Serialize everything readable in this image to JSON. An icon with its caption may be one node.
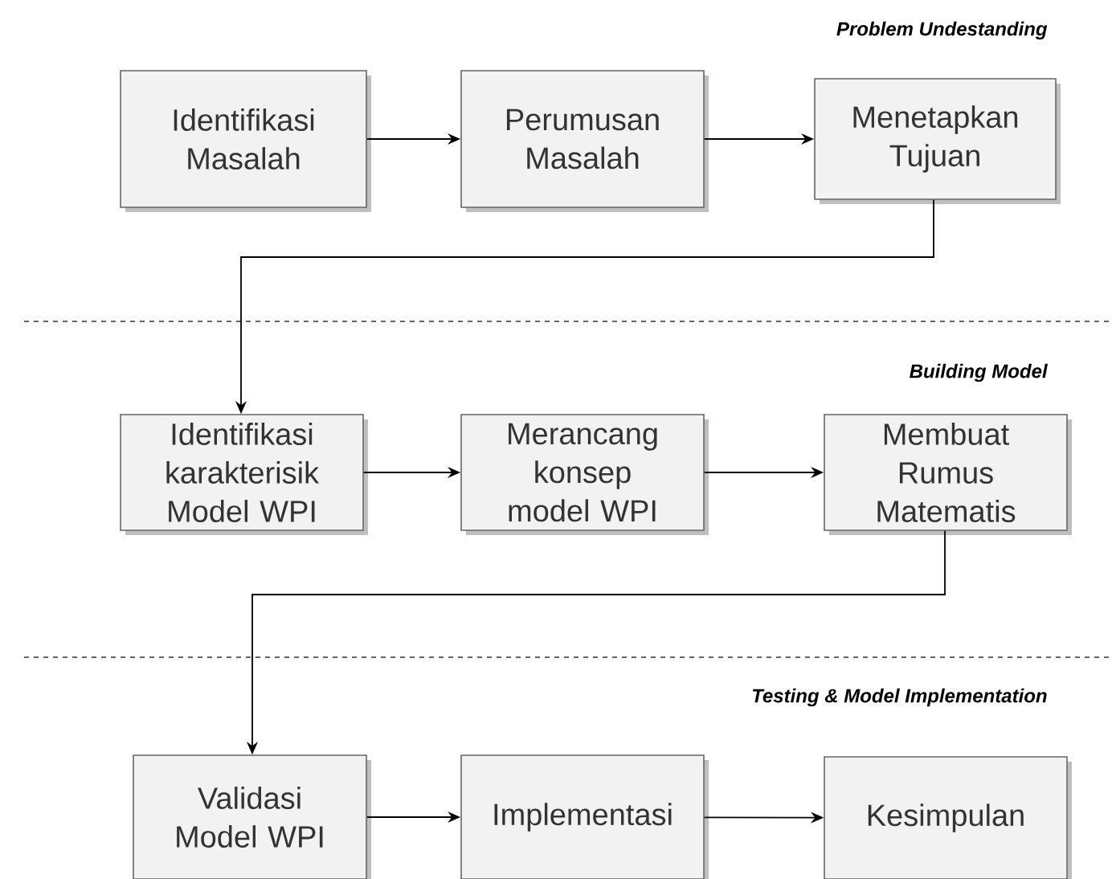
{
  "diagram": {
    "nodes": [
      {
        "text": [
          "Identifikasi Masalah"
        ]
      },
      {
        "text": [
          "Perumusan Masalah"
        ]
      },
      {
        "text": [
          "Menetapkan Tujuan"
        ]
      },
      {
        "text": [
          "Identifikasi karakterisik Model WPI"
        ]
      },
      {
        "text": [
          "Merancang konsep model WPI"
        ]
      },
      {
        "text": [
          "Membuat Rumus Matematis"
        ]
      },
      {
        "text": [
          "Validasi Model WPI"
        ]
      },
      {
        "text": [
          "Implementasi"
        ]
      },
      {
        "text": [
          "Kesimpulan"
        ]
      }
    ],
    "edges": [
      {
        "from": 0,
        "to": 1,
        "arrow": "to"
      },
      {
        "from": 1,
        "to": 2,
        "arrow": "to"
      },
      {
        "from": 2,
        "to": 3,
        "arrow": "to"
      },
      {
        "from": 3,
        "to": 4,
        "arrow": "to"
      },
      {
        "from": 4,
        "to": 5,
        "arrow": "to"
      },
      {
        "from": 5,
        "to": 6,
        "arrow": "to"
      },
      {
        "from": 6,
        "to": 7,
        "arrow": "to"
      },
      {
        "from": 7,
        "to": 8,
        "arrow": "to"
      }
    ],
    "labels": [
      "Problem Undestanding",
      "Building Model",
      "Testing & Model Implementation"
    ]
  }
}
